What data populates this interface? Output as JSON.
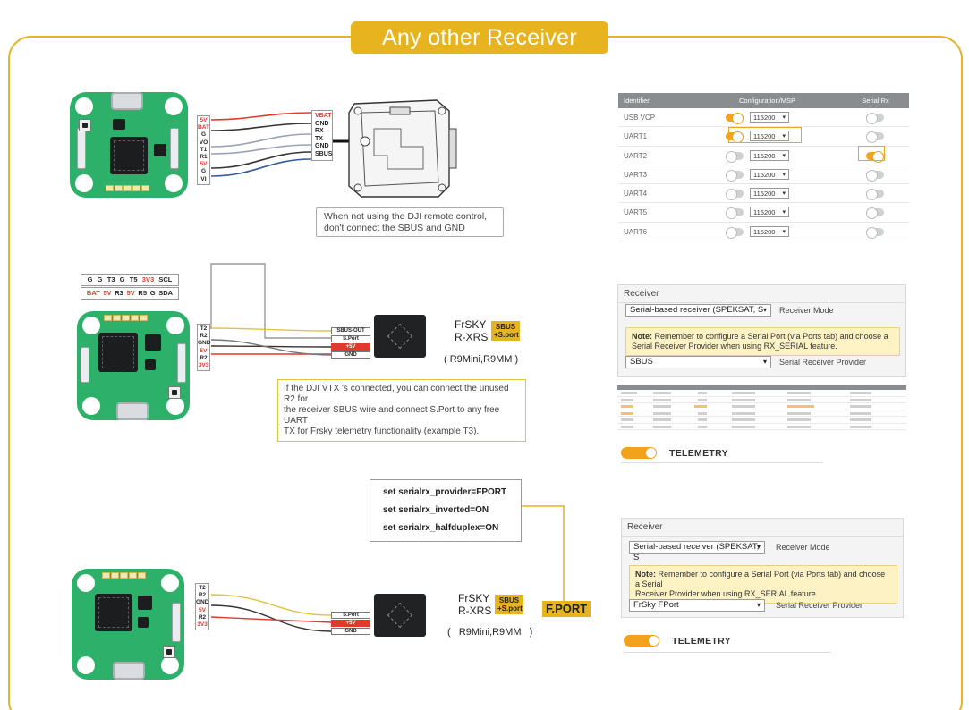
{
  "title": "Any other Receiver",
  "section1": {
    "fc_pins": [
      {
        "label": "5V",
        "red": true
      },
      {
        "label": "BAT",
        "red": true
      },
      {
        "label": "G",
        "red": false
      },
      {
        "label": "VO",
        "red": false
      },
      {
        "label": "T1",
        "red": false
      },
      {
        "label": "R1",
        "red": false
      },
      {
        "label": "5V",
        "red": true
      },
      {
        "label": "G",
        "red": false
      },
      {
        "label": "VI",
        "red": false
      }
    ],
    "vtx_pins": [
      {
        "label": "VBAT",
        "red": true
      },
      {
        "label": "GND",
        "red": false
      },
      {
        "label": "RX",
        "red": false
      },
      {
        "label": "TX",
        "red": false
      },
      {
        "label": "GND",
        "red": false
      },
      {
        "label": "SBUS",
        "red": false
      }
    ],
    "note_line1": "When not using the DJI remote control,",
    "note_line2": "don't connect the SBUS and GND"
  },
  "ports_table": {
    "headers": [
      "Identifier",
      "Configuration/MSP",
      "Serial Rx"
    ],
    "rows": [
      {
        "id": "USB VCP",
        "msp_on": true,
        "baud": "115200",
        "rx_on": false
      },
      {
        "id": "UART1",
        "msp_on": true,
        "baud": "115200",
        "rx_on": false
      },
      {
        "id": "UART2",
        "msp_on": false,
        "baud": "115200",
        "rx_on": true
      },
      {
        "id": "UART3",
        "msp_on": false,
        "baud": "115200",
        "rx_on": false
      },
      {
        "id": "UART4",
        "msp_on": false,
        "baud": "115200",
        "rx_on": false
      },
      {
        "id": "UART5",
        "msp_on": false,
        "baud": "115200",
        "rx_on": false
      },
      {
        "id": "UART6",
        "msp_on": false,
        "baud": "115200",
        "rx_on": false
      }
    ]
  },
  "section2": {
    "top_pins": [
      {
        "label": "G",
        "red": false
      },
      {
        "label": "G",
        "red": false
      },
      {
        "label": "T3",
        "red": false
      },
      {
        "label": "G",
        "red": false
      },
      {
        "label": "T5",
        "red": false
      },
      {
        "label": "3V3",
        "red": true
      },
      {
        "label": "SCL",
        "red": false
      }
    ],
    "bottom_pins": [
      {
        "label": "BAT",
        "red": true
      },
      {
        "label": "5V",
        "red": true
      },
      {
        "label": "R3",
        "red": false
      },
      {
        "label": "5V",
        "red": true
      },
      {
        "label": "R5",
        "red": false
      },
      {
        "label": "G",
        "red": false
      },
      {
        "label": "SDA",
        "red": false
      }
    ],
    "side_pins": [
      {
        "label": "T2",
        "red": false
      },
      {
        "label": "R2",
        "red": false
      },
      {
        "label": "GND",
        "red": false
      },
      {
        "label": "5V",
        "red": true
      },
      {
        "label": "R2",
        "red": false
      },
      {
        "label": "3V3",
        "red": true
      }
    ],
    "rx_pins": [
      "SBUS-OUT",
      "S.Port",
      "+5V",
      "GND"
    ],
    "rx_name1": "FrSKY",
    "rx_name2": "R-XRS",
    "badge1": "SBUS",
    "badge2": "+S.port",
    "models": "( R9Mini,R9MM )",
    "note": [
      "If the DJI VTX 's connected, you can connect the unused R2 for",
      "the receiver SBUS wire and connect S.Port to any free UART",
      "TX for Frsky telemetry functionality (example T3)."
    ]
  },
  "receiver_panel_1": {
    "title": "Receiver",
    "mode_value": "Serial-based receiver (SPEKSAT, S",
    "mode_label": "Receiver Mode",
    "note_bold": "Note:",
    "note_line1": " Remember to configure a Serial Port (via Ports tab) and choose a",
    "note_line2": "Serial Receiver Provider when using RX_SERIAL feature.",
    "provider_value": "SBUS",
    "provider_label": "Serial Receiver Provider",
    "telemetry": "TELEMETRY"
  },
  "section3": {
    "cli": [
      "set serialrx_provider=FPORT",
      "set serialrx_inverted=ON",
      "set serialrx_halfduplex=ON"
    ],
    "fport": "F.PORT",
    "side_pins": [
      {
        "label": "T2",
        "red": false
      },
      {
        "label": "R2",
        "red": false
      },
      {
        "label": "GND",
        "red": false
      },
      {
        "label": "5V",
        "red": true
      },
      {
        "label": "R2",
        "red": false
      },
      {
        "label": "3V3",
        "red": true
      }
    ],
    "rx_pins": [
      "S.Port",
      "+5V",
      "GND"
    ],
    "rx_name1": "FrSKY",
    "rx_name2": "R-XRS",
    "badge1": "SBUS",
    "badge2": "+S.port",
    "models": "(   R9Mini,R9MM   )"
  },
  "receiver_panel_2": {
    "title": "Receiver",
    "mode_value": "Serial-based receiver (SPEKSAT, S",
    "mode_label": "Receiver Mode",
    "note_bold": "Note:",
    "note_line1": " Remember to configure a Serial Port (via Ports tab) and choose a Serial",
    "note_line2": "Receiver Provider when using RX_SERIAL feature.",
    "provider_value": "FrSky FPort",
    "provider_label": "Serial Receiver Provider",
    "telemetry": "TELEMETRY"
  },
  "colors": {
    "accent": "#e7b31f",
    "board": "#2db06a",
    "toggle_on": "#f1a31c",
    "power": "#e03a2e"
  }
}
